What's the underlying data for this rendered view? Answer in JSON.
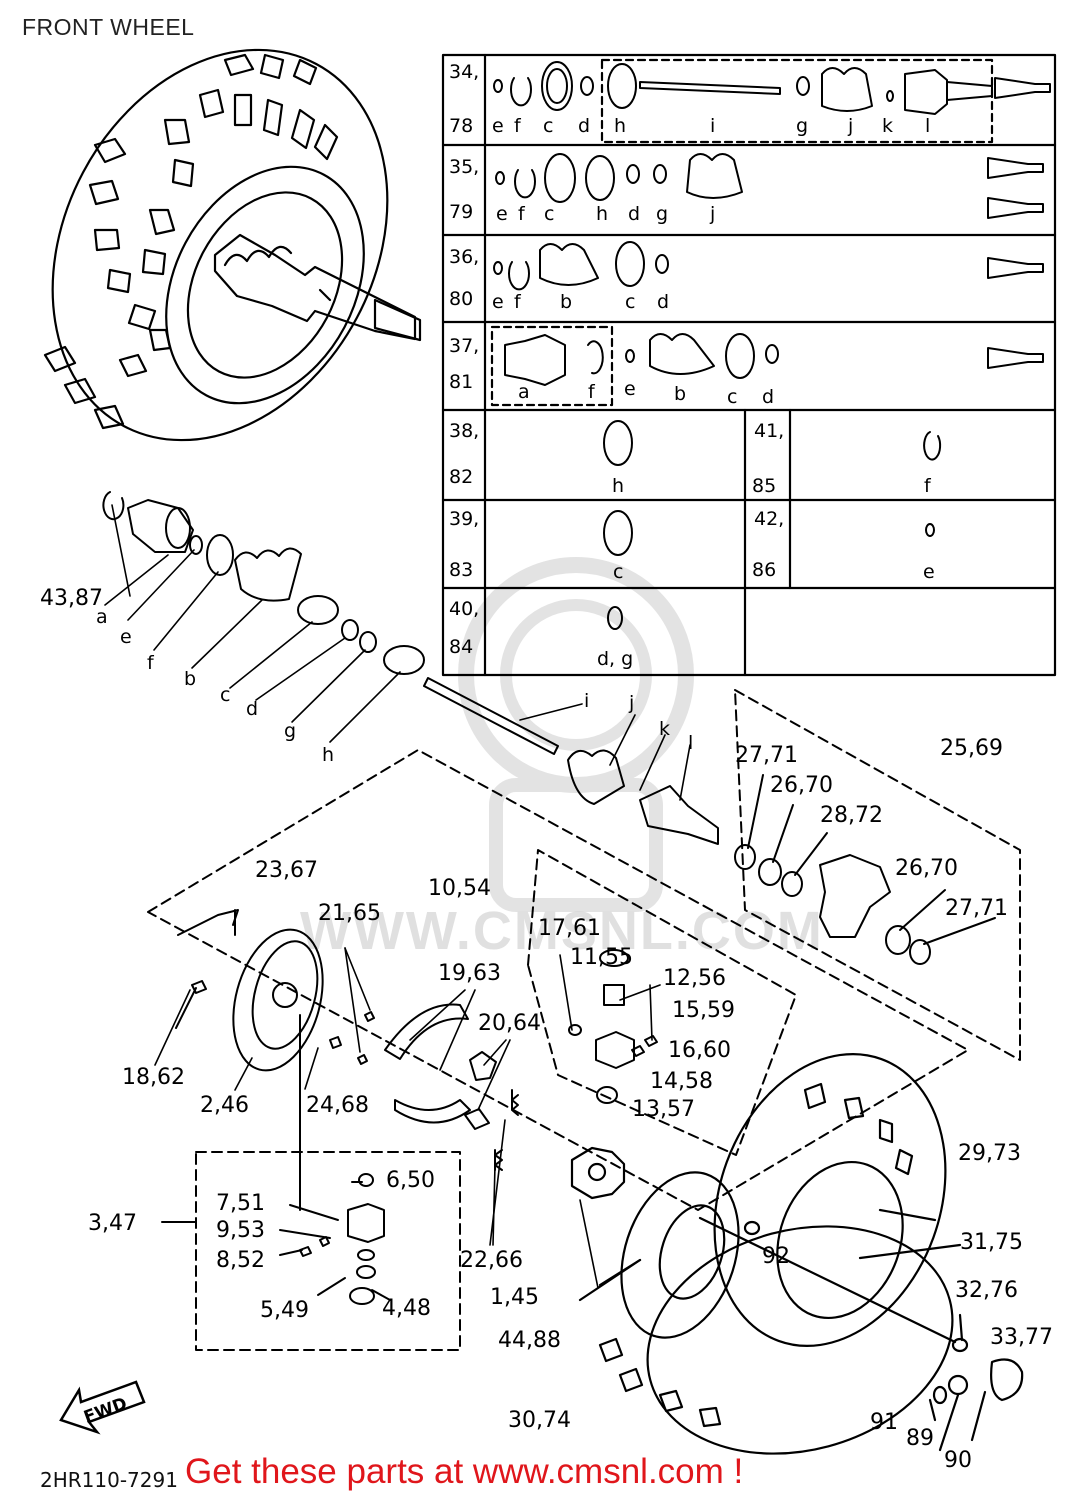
{
  "page": {
    "title": "FRONT WHEEL",
    "drawing_code": "2HR110-7291",
    "promo": "Get these parts at www.cmsnl.com !",
    "watermark": "WWW.CMSNL.COM",
    "fwd": "FWD"
  },
  "table": {
    "rows": [
      {
        "refs": [
          "34,",
          "78"
        ],
        "letters": [
          "e",
          "f",
          "c",
          "d",
          "h",
          "i",
          "g",
          "j",
          "k",
          "l"
        ]
      },
      {
        "refs": [
          "35,",
          "79"
        ],
        "letters": [
          "e",
          "f",
          "c",
          "h",
          "d",
          "g",
          "j"
        ]
      },
      {
        "refs": [
          "36,",
          "80"
        ],
        "letters": [
          "e",
          "f",
          "b",
          "c",
          "d"
        ]
      },
      {
        "refs": [
          "37,",
          "81"
        ],
        "letters": [
          "a",
          "f",
          "e",
          "b",
          "c",
          "d"
        ]
      },
      {
        "refs": [
          "38,",
          "82"
        ],
        "letters": [
          "h"
        ],
        "right_refs": [
          "41,",
          "85"
        ],
        "right_letters": [
          "f"
        ]
      },
      {
        "refs": [
          "39,",
          "83"
        ],
        "letters": [
          "c"
        ],
        "right_refs": [
          "42,",
          "86"
        ],
        "right_letters": [
          "e"
        ]
      },
      {
        "refs": [
          "40,",
          "84"
        ],
        "letters": [
          "d, g"
        ]
      }
    ]
  },
  "callouts": {
    "c43_87": "43,87",
    "la": "a",
    "le": "e",
    "lf": "f",
    "lb": "b",
    "lc": "c",
    "ld": "d",
    "lg": "g",
    "lh": "h",
    "li": "i",
    "lj": "j",
    "lk": "k",
    "ll": "l",
    "c27_71a": "27,71",
    "c26_70a": "26,70",
    "c28_72": "28,72",
    "c25_69": "25,69",
    "c26_70b": "26,70",
    "c27_71b": "27,71",
    "c23_67": "23,67",
    "c10_54": "10,54",
    "c21_65": "21,65",
    "c17_61": "17,61",
    "c11_55": "11,55",
    "c12_56": "12,56",
    "c19_63": "19,63",
    "c15_59": "15,59",
    "c20_64": "20,64",
    "c16_60": "16,60",
    "c18_62": "18,62",
    "c14_58": "14,58",
    "c2_46": "2,46",
    "c24_68": "24,68",
    "c13_57": "13,57",
    "c29_73": "29,73",
    "c6_50": "6,50",
    "c7_51": "7,51",
    "c3_47": "3,47",
    "c9_53": "9,53",
    "c8_52": "8,52",
    "c22_66": "22,66",
    "c31_75": "31,75",
    "c92": "92",
    "c5_49": "5,49",
    "c4_48": "4,48",
    "c1_45": "1,45",
    "c32_76": "32,76",
    "c44_88": "44,88",
    "c33_77": "33,77",
    "c30_74": "30,74",
    "c91": "91",
    "c89": "89",
    "c90": "90"
  }
}
